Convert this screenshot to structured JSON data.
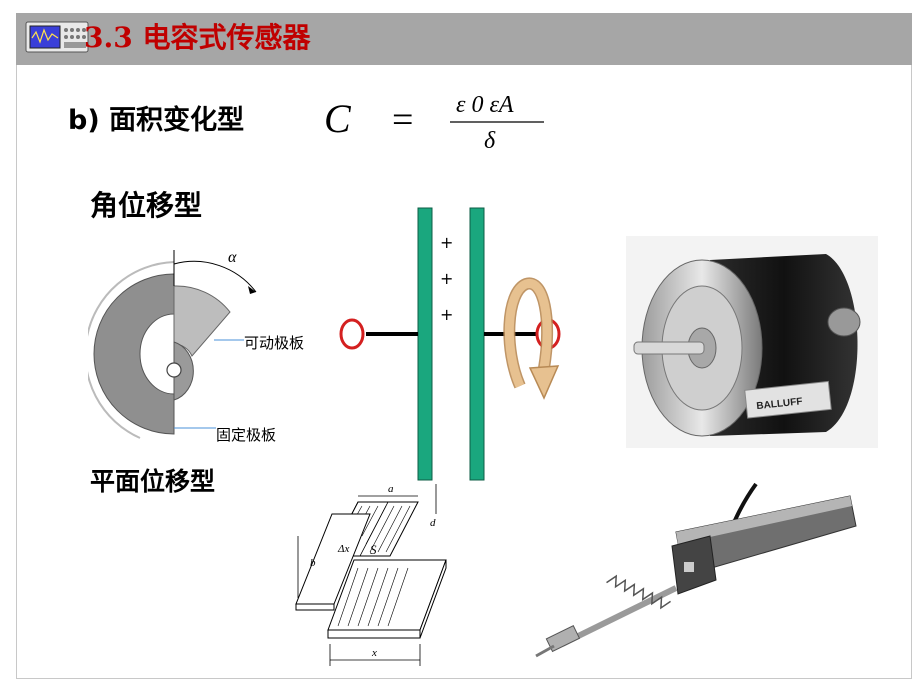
{
  "header": {
    "title": "3.3 电容式传感器",
    "icon": "oscilloscope-icon"
  },
  "content": {
    "subtitle": "b) 面积变化型",
    "formula": {
      "lhs": "C",
      "equals": "=",
      "numerator": "ε 0 εA",
      "denominator": "δ"
    },
    "angular_type_label": "角位移型",
    "planar_type_label": "平面位移型",
    "angular_diagram": {
      "angle_symbol": "α",
      "movable_plate_label": "可动极板",
      "fixed_plate_label": "固定极板"
    },
    "capacitor_diagram": {
      "plus_signs": [
        "+",
        "+",
        "+"
      ]
    },
    "planar_diagram": {
      "labels": [
        "a",
        "b",
        "d",
        "Δx",
        "S",
        "x"
      ]
    },
    "encoder_photo": {
      "brand_text": "BALLUFF"
    }
  },
  "colors": {
    "header_bg": "#a6a6a6",
    "title_red": "#c00000",
    "plate_green": "#1aa77e",
    "terminal_red": "#d42020",
    "arrow_tan": "#dcb07e"
  }
}
